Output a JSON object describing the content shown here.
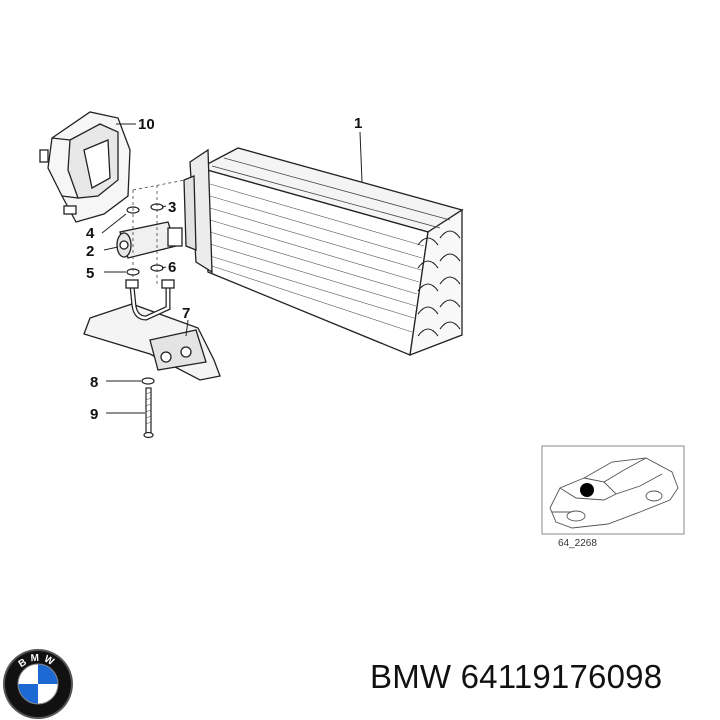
{
  "callouts": [
    {
      "id": "1",
      "label": "1"
    },
    {
      "id": "2",
      "label": "2"
    },
    {
      "id": "3",
      "label": "3"
    },
    {
      "id": "4",
      "label": "4"
    },
    {
      "id": "5",
      "label": "5"
    },
    {
      "id": "6",
      "label": "6"
    },
    {
      "id": "7",
      "label": "7"
    },
    {
      "id": "8",
      "label": "8"
    },
    {
      "id": "9",
      "label": "9"
    },
    {
      "id": "10",
      "label": "10"
    }
  ],
  "inset": {
    "reference_code": "64_2268"
  },
  "caption": {
    "text": "BMW 64119176098"
  },
  "logo": {
    "letters": "BMW",
    "colors": {
      "blue": "#1c69d4",
      "ring": "#111111",
      "white": "#ffffff"
    }
  }
}
